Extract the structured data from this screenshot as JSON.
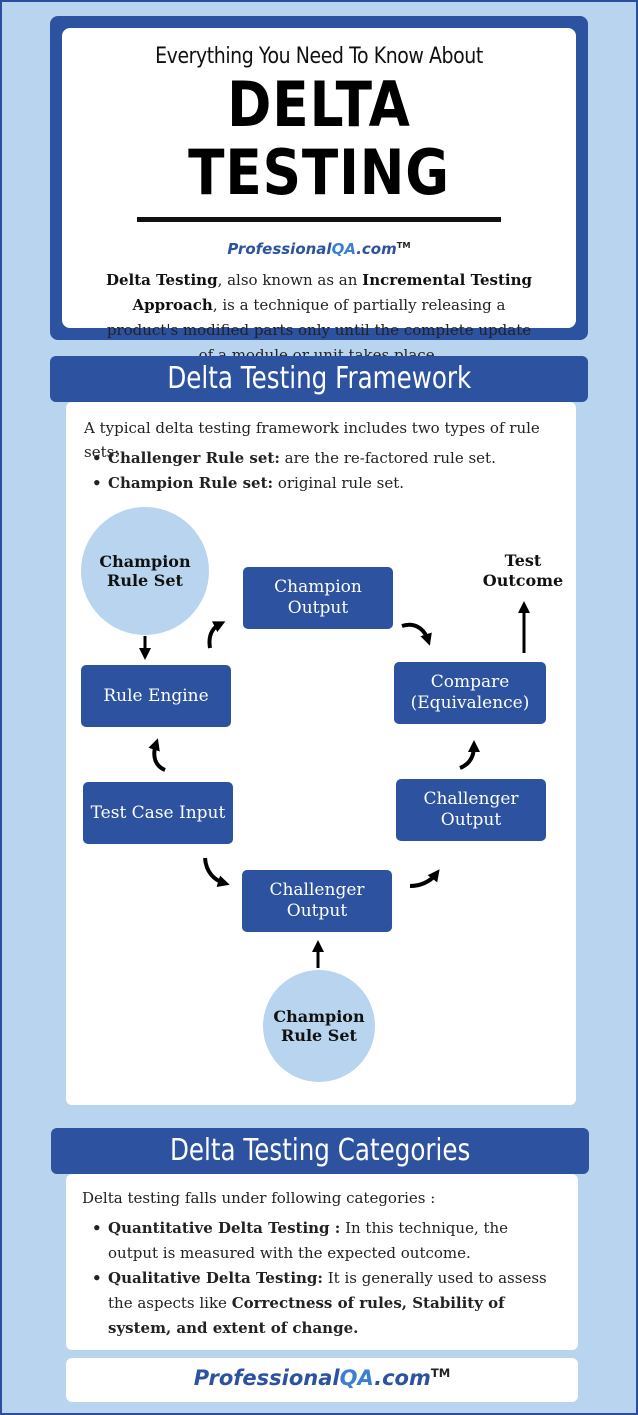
{
  "hero": {
    "subtitle": "Everything You Need To Know About",
    "title": "DELTA TESTING",
    "logo_main": "Professional",
    "logo_qa": "QA",
    "logo_dot": ".com",
    "logo_tm": "TM",
    "desc_b1": "Delta Testing",
    "desc_t1": ", also known as an ",
    "desc_b2": "Incremental Testing Approach",
    "desc_t2": ", is a technique of partially releasing a product's modified parts only until the complete update of a module or unit takes place."
  },
  "framework": {
    "heading": "Delta Testing Framework",
    "intro": "A typical delta testing framework includes two types of rule sets:",
    "bullets": [
      {
        "bold": "Challenger Rule set:",
        "text": " are the re-factored rule set."
      },
      {
        "bold": "Champion Rule set:",
        "text": " original rule set."
      }
    ],
    "diagram": {
      "champion_rule_set_top": "Champion Rule Set",
      "champion_output": "Champion Output",
      "test_outcome": "Test Outcome",
      "rule_engine": "Rule Engine",
      "compare": "Compare (Equivalence)",
      "test_case_input": "Test Case Input",
      "challenger_output_right": "Challenger Output",
      "challenger_output_bottom": "Challenger Output",
      "champion_rule_set_bottom": "Champion Rule Set"
    }
  },
  "categories": {
    "heading": "Delta Testing Categories",
    "intro": "Delta testing falls under following categories :",
    "item1_bold": "Quantitative Delta Testing :",
    "item1_text": " In this technique, the output is measured with the expected outcome.",
    "item2_bold": "Qualitative Delta Testing:",
    "item2_text": " It is generally used to assess the aspects like ",
    "item2_b2": "Correctness of rules, Stability of system, and extent of change."
  },
  "footer": {
    "logo_main": "Professional",
    "logo_qa": "QA",
    "logo_dot": ".com",
    "logo_tm": "TM"
  },
  "colors": {
    "primary": "#2c52a0",
    "light": "#b8d4ee"
  }
}
